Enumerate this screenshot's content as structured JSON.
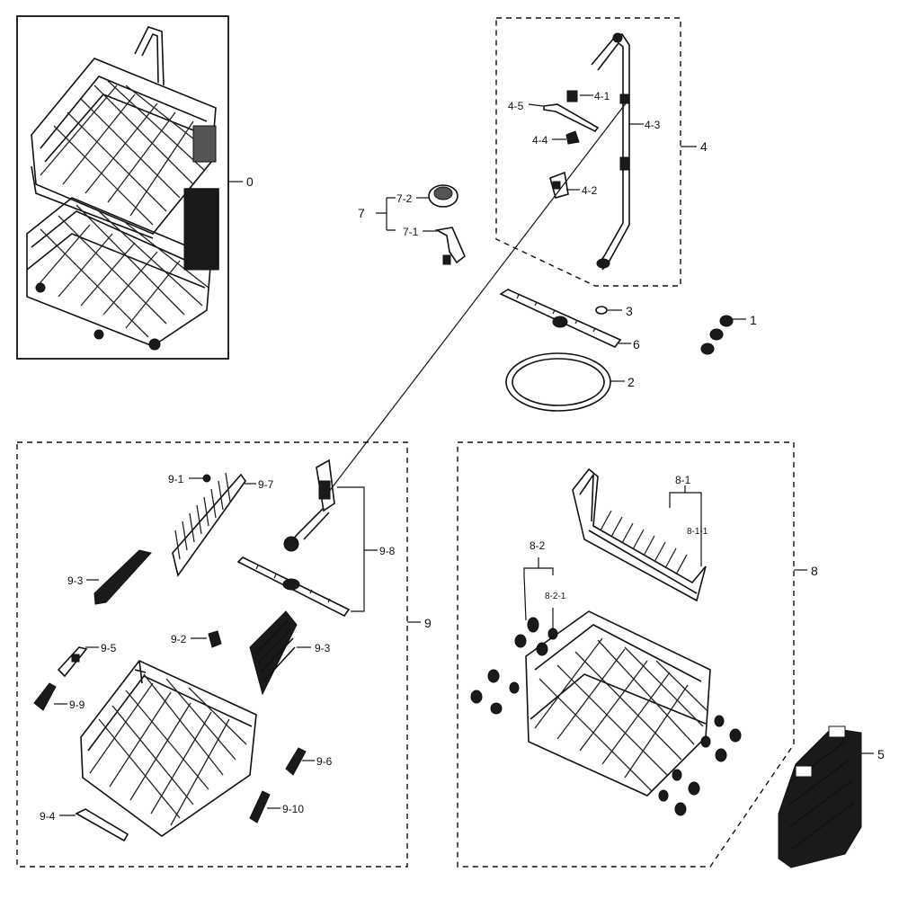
{
  "labels": {
    "l0": "0",
    "l1": "1",
    "l2": "2",
    "l3": "3",
    "l4": "4",
    "l4_1": "4-1",
    "l4_2": "4-2",
    "l4_3": "4-3",
    "l4_4": "4-4",
    "l4_5": "4-5",
    "l5": "5",
    "l6": "6",
    "l7": "7",
    "l7_1": "7-1",
    "l7_2": "7-2",
    "l8": "8",
    "l8_1": "8-1",
    "l8_1_1": "8-1-1",
    "l8_2": "8-2",
    "l8_2_1": "8-2-1",
    "l9": "9",
    "l9_1": "9-1",
    "l9_2": "9-2",
    "l9_3a": "9-3",
    "l9_3b": "9-3",
    "l9_4": "9-4",
    "l9_5": "9-5",
    "l9_6": "9-6",
    "l9_7": "9-7",
    "l9_8": "9-8",
    "l9_9": "9-9",
    "l9_10": "9-10"
  }
}
